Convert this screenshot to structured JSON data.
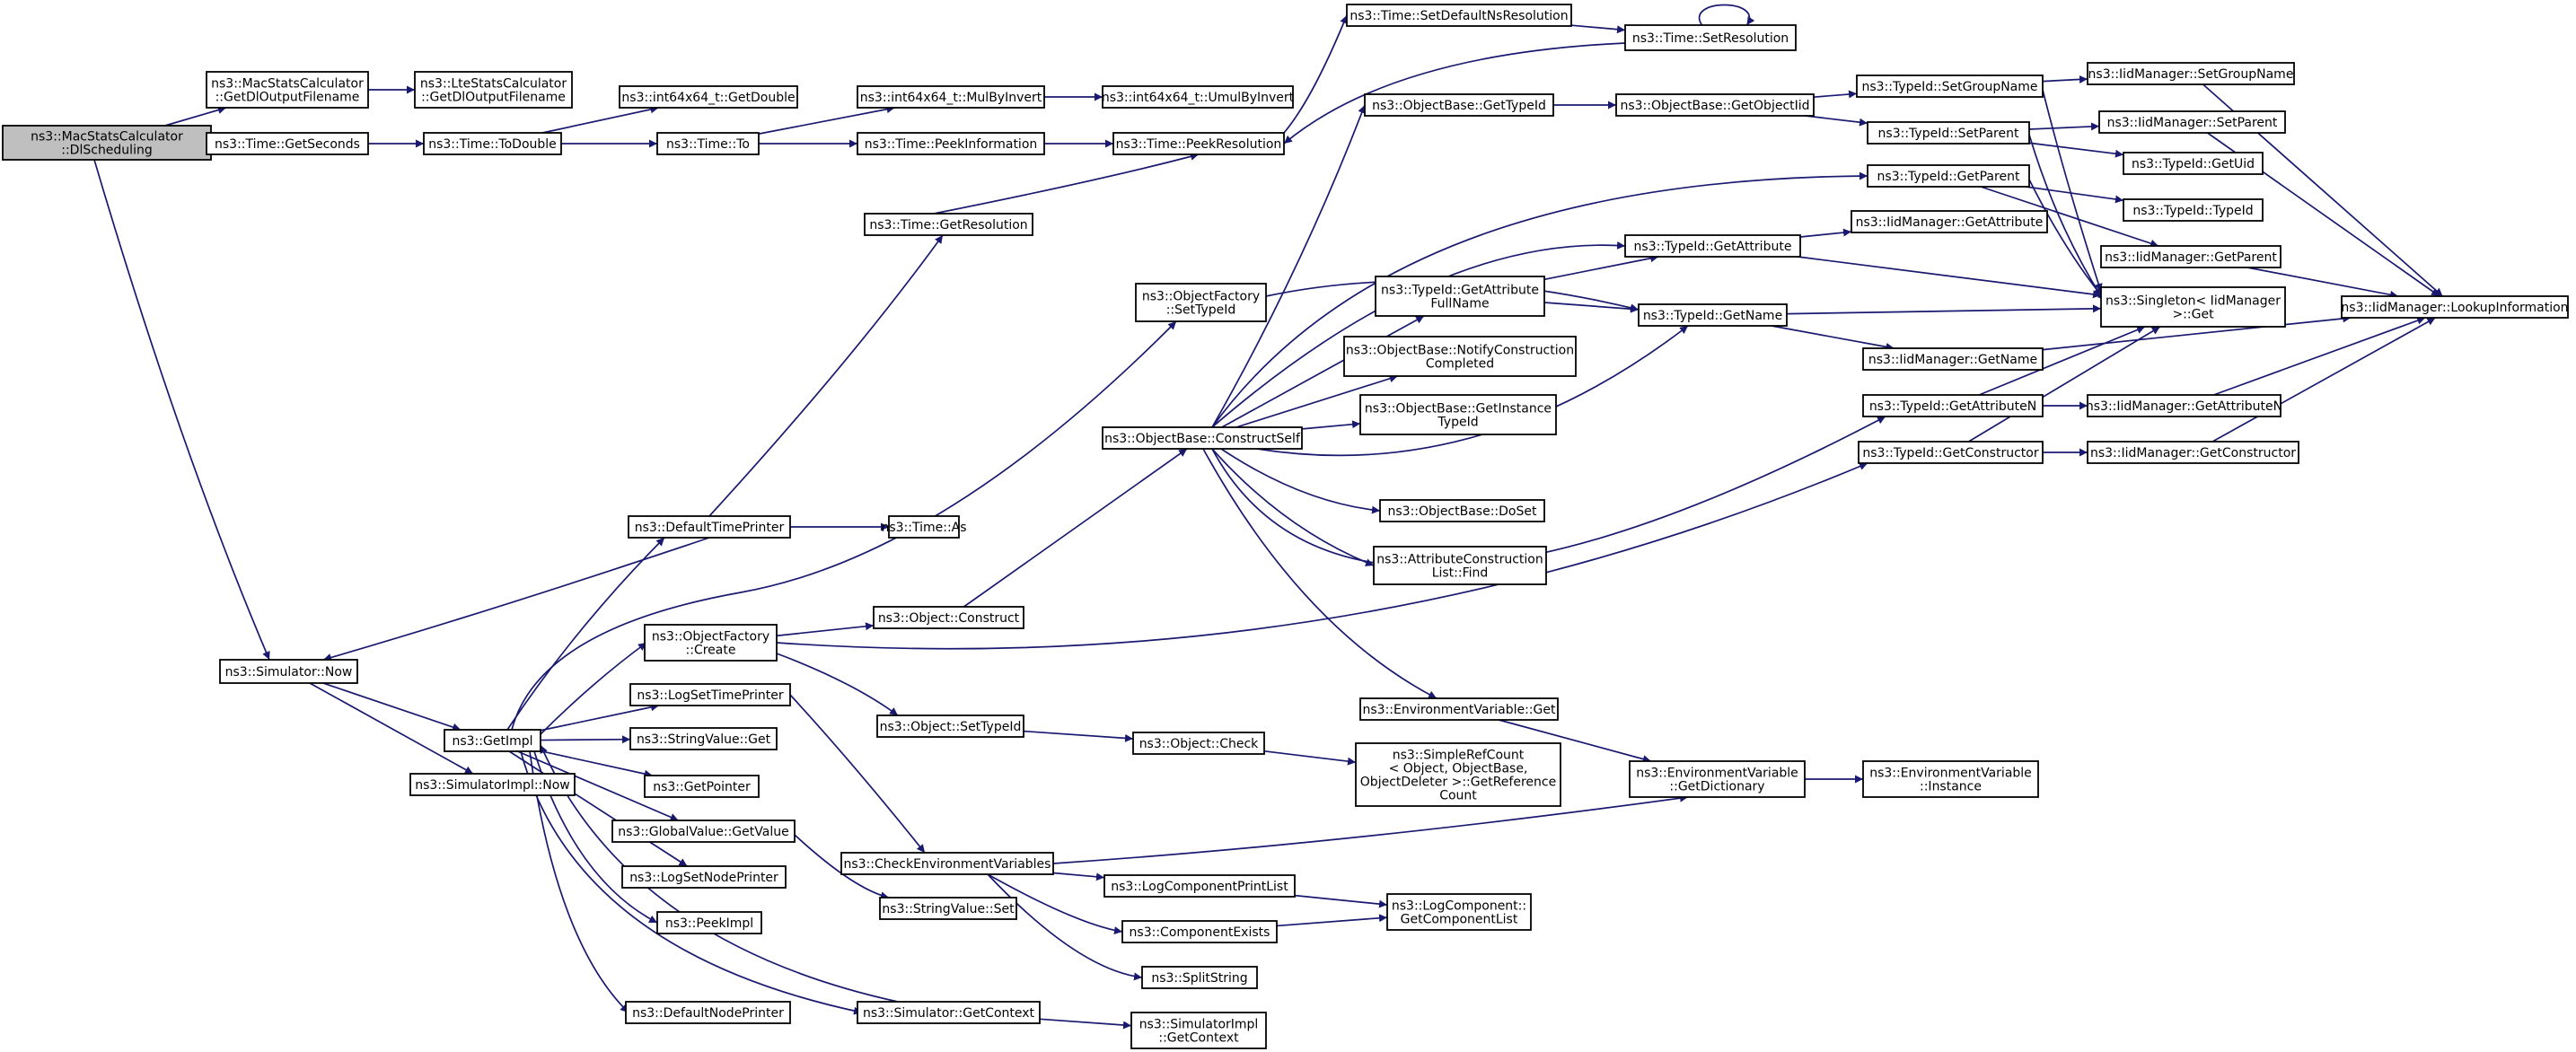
{
  "diagram": {
    "type": "call-graph",
    "colors": {
      "edge": "#191970",
      "node_border": "#000000",
      "node_fill": "#ffffff",
      "root_fill": "#bfbfbf",
      "background": "#ffffff"
    },
    "nodes": [
      {
        "id": "root",
        "lines": [
          "ns3::MacStatsCalculator",
          "::DlScheduling"
        ],
        "root": true
      },
      {
        "id": "mac_getdlout",
        "lines": [
          "ns3::MacStatsCalculator",
          "::GetDlOutputFilename"
        ]
      },
      {
        "id": "lte_getdlout",
        "lines": [
          "ns3::LteStatsCalculator",
          "::GetDlOutputFilename"
        ]
      },
      {
        "id": "time_getseconds",
        "lines": [
          "ns3::Time::GetSeconds"
        ]
      },
      {
        "id": "time_todouble",
        "lines": [
          "ns3::Time::ToDouble"
        ]
      },
      {
        "id": "int64_getdouble",
        "lines": [
          "ns3::int64x64_t::GetDouble"
        ]
      },
      {
        "id": "time_to",
        "lines": [
          "ns3::Time::To"
        ]
      },
      {
        "id": "int64_mulbyinvert",
        "lines": [
          "ns3::int64x64_t::MulByInvert"
        ]
      },
      {
        "id": "int64_umulbyinvert",
        "lines": [
          "ns3::int64x64_t::UmulByInvert"
        ]
      },
      {
        "id": "time_peekinfo",
        "lines": [
          "ns3::Time::PeekInformation"
        ]
      },
      {
        "id": "time_peekres",
        "lines": [
          "ns3::Time::PeekResolution"
        ]
      },
      {
        "id": "time_setdefaultns",
        "lines": [
          "ns3::Time::SetDefaultNsResolution"
        ]
      },
      {
        "id": "time_setres",
        "lines": [
          "ns3::Time::SetResolution"
        ]
      },
      {
        "id": "time_getres",
        "lines": [
          "ns3::Time::GetResolution"
        ]
      },
      {
        "id": "of_settypeid",
        "lines": [
          "ns3::ObjectFactory",
          "::SetTypeId"
        ]
      },
      {
        "id": "ob_gettypeid",
        "lines": [
          "ns3::ObjectBase::GetTypeId"
        ]
      },
      {
        "id": "ob_getobjectiid",
        "lines": [
          "ns3::ObjectBase::GetObjectIid"
        ]
      },
      {
        "id": "tid_setgroupname",
        "lines": [
          "ns3::TypeId::SetGroupName"
        ]
      },
      {
        "id": "iid_setgroupname",
        "lines": [
          "ns3::IidManager::SetGroupName"
        ]
      },
      {
        "id": "tid_setparent",
        "lines": [
          "ns3::TypeId::SetParent"
        ]
      },
      {
        "id": "iid_setparent",
        "lines": [
          "ns3::IidManager::SetParent"
        ]
      },
      {
        "id": "tid_getuid",
        "lines": [
          "ns3::TypeId::GetUid"
        ]
      },
      {
        "id": "tid_getparent",
        "lines": [
          "ns3::TypeId::GetParent"
        ]
      },
      {
        "id": "tid_typeid",
        "lines": [
          "ns3::TypeId::TypeId"
        ]
      },
      {
        "id": "iid_getparent",
        "lines": [
          "ns3::IidManager::GetParent"
        ]
      },
      {
        "id": "tid_getattribute",
        "lines": [
          "ns3::TypeId::GetAttribute"
        ]
      },
      {
        "id": "iid_getattribute",
        "lines": [
          "ns3::IidManager::GetAttribute"
        ]
      },
      {
        "id": "tid_getattrfullname",
        "lines": [
          "ns3::TypeId::GetAttribute",
          "FullName"
        ]
      },
      {
        "id": "tid_getname",
        "lines": [
          "ns3::TypeId::GetName"
        ]
      },
      {
        "id": "singleton_get",
        "lines": [
          "ns3::Singleton< IidManager",
          ">::Get"
        ]
      },
      {
        "id": "iid_lookup",
        "lines": [
          "ns3::IidManager::LookupInformation"
        ]
      },
      {
        "id": "iid_getname",
        "lines": [
          "ns3::IidManager::GetName"
        ]
      },
      {
        "id": "ob_notify",
        "lines": [
          "ns3::ObjectBase::NotifyConstruction",
          "Completed"
        ]
      },
      {
        "id": "ob_getinstance",
        "lines": [
          "ns3::ObjectBase::GetInstance",
          "TypeId"
        ]
      },
      {
        "id": "tid_getattributen",
        "lines": [
          "ns3::TypeId::GetAttributeN"
        ]
      },
      {
        "id": "iid_getattributen",
        "lines": [
          "ns3::IidManager::GetAttributeN"
        ]
      },
      {
        "id": "ob_constructself",
        "lines": [
          "ns3::ObjectBase::ConstructSelf"
        ]
      },
      {
        "id": "tid_getconstructor",
        "lines": [
          "ns3::TypeId::GetConstructor"
        ]
      },
      {
        "id": "iid_getconstructor",
        "lines": [
          "ns3::IidManager::GetConstructor"
        ]
      },
      {
        "id": "ob_doset",
        "lines": [
          "ns3::ObjectBase::DoSet"
        ]
      },
      {
        "id": "attr_find",
        "lines": [
          "ns3::AttributeConstruction",
          "List::Find"
        ]
      },
      {
        "id": "defaulttimeprinter",
        "lines": [
          "ns3::DefaultTimePrinter"
        ]
      },
      {
        "id": "time_as",
        "lines": [
          "ns3::Time::As"
        ]
      },
      {
        "id": "object_construct",
        "lines": [
          "ns3::Object::Construct"
        ]
      },
      {
        "id": "of_create",
        "lines": [
          "ns3::ObjectFactory",
          "::Create"
        ]
      },
      {
        "id": "simulator_now",
        "lines": [
          "ns3::Simulator::Now"
        ]
      },
      {
        "id": "envvar_get",
        "lines": [
          "ns3::EnvironmentVariable::Get"
        ]
      },
      {
        "id": "logsettimeprinter",
        "lines": [
          "ns3::LogSetTimePrinter"
        ]
      },
      {
        "id": "object_settypeid",
        "lines": [
          "ns3::Object::SetTypeId"
        ]
      },
      {
        "id": "object_check",
        "lines": [
          "ns3::Object::Check"
        ]
      },
      {
        "id": "simplerefcount",
        "lines": [
          "ns3::SimpleRefCount",
          "< Object, ObjectBase,",
          "ObjectDeleter >::GetReference",
          "Count"
        ]
      },
      {
        "id": "getimpl",
        "lines": [
          "ns3::GetImpl"
        ]
      },
      {
        "id": "stringvalue_get",
        "lines": [
          "ns3::StringValue::Get"
        ]
      },
      {
        "id": "envvar_getdict",
        "lines": [
          "ns3::EnvironmentVariable",
          "::GetDictionary"
        ]
      },
      {
        "id": "envvar_instance",
        "lines": [
          "ns3::EnvironmentVariable",
          "::Instance"
        ]
      },
      {
        "id": "simimpl_now",
        "lines": [
          "ns3::SimulatorImpl::Now"
        ]
      },
      {
        "id": "getpointer",
        "lines": [
          "ns3::GetPointer"
        ]
      },
      {
        "id": "globalvalue_getvalue",
        "lines": [
          "ns3::GlobalValue::GetValue"
        ]
      },
      {
        "id": "checkenvvars",
        "lines": [
          "ns3::CheckEnvironmentVariables"
        ]
      },
      {
        "id": "logsetnodeprinter",
        "lines": [
          "ns3::LogSetNodePrinter"
        ]
      },
      {
        "id": "logcomponentprintlist",
        "lines": [
          "ns3::LogComponentPrintList"
        ]
      },
      {
        "id": "stringvalue_set",
        "lines": [
          "ns3::StringValue::Set"
        ]
      },
      {
        "id": "logcomponent_getlist",
        "lines": [
          "ns3::LogComponent::",
          "GetComponentList"
        ]
      },
      {
        "id": "peekimpl",
        "lines": [
          "ns3::PeekImpl"
        ]
      },
      {
        "id": "componentexists",
        "lines": [
          "ns3::ComponentExists"
        ]
      },
      {
        "id": "splitstring",
        "lines": [
          "ns3::SplitString"
        ]
      },
      {
        "id": "defaultnodeprinter",
        "lines": [
          "ns3::DefaultNodePrinter"
        ]
      },
      {
        "id": "simulator_getcontext",
        "lines": [
          "ns3::Simulator::GetContext"
        ]
      },
      {
        "id": "simimpl_getcontext",
        "lines": [
          "ns3::SimulatorImpl",
          "::GetContext"
        ]
      }
    ],
    "edges": [
      [
        "root",
        "mac_getdlout"
      ],
      [
        "mac_getdlout",
        "lte_getdlout"
      ],
      [
        "root",
        "time_getseconds"
      ],
      [
        "root",
        "simulator_now"
      ],
      [
        "time_getseconds",
        "time_todouble"
      ],
      [
        "time_todouble",
        "int64_getdouble"
      ],
      [
        "time_todouble",
        "time_to"
      ],
      [
        "time_to",
        "int64_mulbyinvert"
      ],
      [
        "int64_mulbyinvert",
        "int64_umulbyinvert"
      ],
      [
        "time_to",
        "time_peekinfo"
      ],
      [
        "time_peekinfo",
        "time_peekres"
      ],
      [
        "time_peekres",
        "time_setdefaultns"
      ],
      [
        "time_setdefaultns",
        "time_setres"
      ],
      [
        "time_setres",
        "time_setres"
      ],
      [
        "time_setres",
        "time_peekres"
      ],
      [
        "time_getres",
        "time_peekres"
      ],
      [
        "defaulttimeprinter",
        "time_getres"
      ],
      [
        "defaulttimeprinter",
        "time_as"
      ],
      [
        "defaulttimeprinter",
        "simulator_now"
      ],
      [
        "simulator_now",
        "getimpl"
      ],
      [
        "simulator_now",
        "simimpl_now"
      ],
      [
        "getimpl",
        "defaulttimeprinter"
      ],
      [
        "getimpl",
        "of_settypeid"
      ],
      [
        "getimpl",
        "of_create"
      ],
      [
        "getimpl",
        "logsettimeprinter"
      ],
      [
        "getimpl",
        "stringvalue_get"
      ],
      [
        "getimpl",
        "getpointer"
      ],
      [
        "getimpl",
        "globalvalue_getvalue"
      ],
      [
        "getimpl",
        "logsetnodeprinter"
      ],
      [
        "getimpl",
        "peekimpl"
      ],
      [
        "getimpl",
        "defaultnodeprinter"
      ],
      [
        "getimpl",
        "simulator_getcontext"
      ],
      [
        "of_settypeid",
        "tid_getname"
      ],
      [
        "of_create",
        "object_construct"
      ],
      [
        "of_create",
        "object_settypeid"
      ],
      [
        "of_create",
        "tid_getconstructor"
      ],
      [
        "object_construct",
        "ob_constructself"
      ],
      [
        "object_settypeid",
        "object_check"
      ],
      [
        "object_check",
        "simplerefcount"
      ],
      [
        "ob_constructself",
        "ob_gettypeid"
      ],
      [
        "ob_constructself",
        "tid_getparent"
      ],
      [
        "ob_constructself",
        "tid_getattribute"
      ],
      [
        "ob_constructself",
        "tid_getattrfullname"
      ],
      [
        "ob_constructself",
        "tid_getname"
      ],
      [
        "ob_constructself",
        "ob_notify"
      ],
      [
        "ob_constructself",
        "ob_getinstance"
      ],
      [
        "ob_constructself",
        "ob_doset"
      ],
      [
        "ob_constructself",
        "attr_find"
      ],
      [
        "ob_constructself",
        "tid_getattributen"
      ],
      [
        "ob_constructself",
        "envvar_get"
      ],
      [
        "ob_gettypeid",
        "ob_getobjectiid"
      ],
      [
        "ob_getobjectiid",
        "tid_setgroupname"
      ],
      [
        "ob_getobjectiid",
        "tid_setparent"
      ],
      [
        "tid_setgroupname",
        "iid_setgroupname"
      ],
      [
        "tid_setgroupname",
        "singleton_get"
      ],
      [
        "tid_setparent",
        "iid_setparent"
      ],
      [
        "tid_setparent",
        "tid_getuid"
      ],
      [
        "tid_setparent",
        "singleton_get"
      ],
      [
        "tid_getparent",
        "tid_typeid"
      ],
      [
        "tid_getparent",
        "iid_getparent"
      ],
      [
        "tid_getparent",
        "singleton_get"
      ],
      [
        "tid_getattribute",
        "iid_getattribute"
      ],
      [
        "tid_getattribute",
        "singleton_get"
      ],
      [
        "tid_getattrfullname",
        "tid_getattribute"
      ],
      [
        "tid_getattrfullname",
        "tid_getname"
      ],
      [
        "tid_getname",
        "singleton_get"
      ],
      [
        "tid_getname",
        "iid_getname"
      ],
      [
        "tid_getattributen",
        "iid_getattributen"
      ],
      [
        "tid_getattributen",
        "singleton_get"
      ],
      [
        "tid_getconstructor",
        "iid_getconstructor"
      ],
      [
        "tid_getconstructor",
        "singleton_get"
      ],
      [
        "iid_setgroupname",
        "iid_lookup"
      ],
      [
        "iid_setparent",
        "iid_lookup"
      ],
      [
        "iid_getparent",
        "iid_lookup"
      ],
      [
        "iid_getname",
        "iid_lookup"
      ],
      [
        "iid_getattributen",
        "iid_lookup"
      ],
      [
        "iid_getconstructor",
        "iid_lookup"
      ],
      [
        "envvar_get",
        "envvar_getdict"
      ],
      [
        "envvar_getdict",
        "envvar_instance"
      ],
      [
        "logsettimeprinter",
        "checkenvvars"
      ],
      [
        "globalvalue_getvalue",
        "stringvalue_set"
      ],
      [
        "checkenvvars",
        "envvar_getdict"
      ],
      [
        "checkenvvars",
        "logcomponentprintlist"
      ],
      [
        "checkenvvars",
        "componentexists"
      ],
      [
        "checkenvvars",
        "splitstring"
      ],
      [
        "logcomponentprintlist",
        "logcomponent_getlist"
      ],
      [
        "componentexists",
        "logcomponent_getlist"
      ],
      [
        "simulator_getcontext",
        "getimpl"
      ],
      [
        "simulator_getcontext",
        "simimpl_getcontext"
      ]
    ]
  }
}
